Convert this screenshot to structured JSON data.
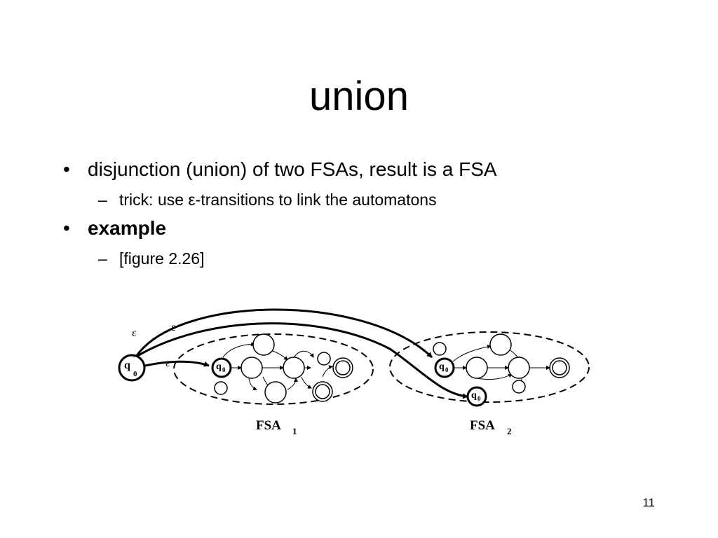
{
  "slide": {
    "title": "union",
    "page_number": "11"
  },
  "bullets": [
    {
      "marker": "•",
      "text": "disjunction (union) of two FSAs, result is a FSA",
      "sub": {
        "marker": "–",
        "text": "trick: use ε-transitions to link the automatons"
      }
    },
    {
      "marker": "•",
      "text": "example",
      "sub": {
        "marker": "–",
        "text": "[figure 2.26]"
      }
    }
  ],
  "figure": {
    "new_start_label": "q",
    "new_start_prime": "'",
    "new_start_sub": "0",
    "epsilon": "ε",
    "start_state_label": "q",
    "start_state_sub": "0",
    "fsa1_label": "FSA",
    "fsa1_sub": "1",
    "fsa2_label": "FSA",
    "fsa2_sub": "2"
  }
}
